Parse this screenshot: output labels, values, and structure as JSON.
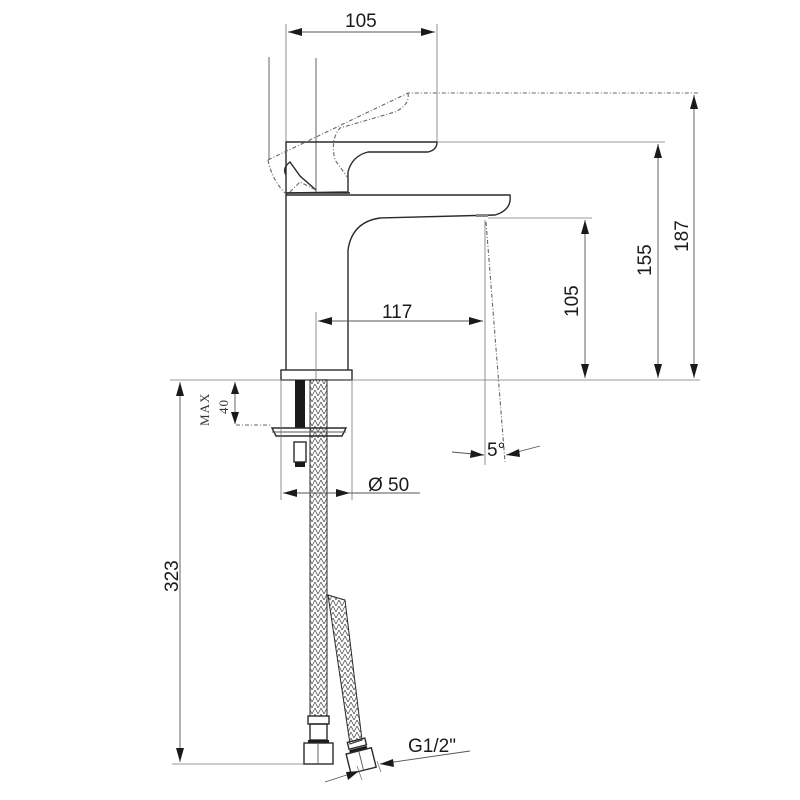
{
  "drawing": {
    "title": "Basin mixer tap technical drawing",
    "units": "mm",
    "colors": {
      "ink": "#1a1a1a",
      "line": "#2a2a2a",
      "extension": "#777777",
      "background": "#ffffff"
    },
    "dimensions": {
      "lever_width": "105",
      "total_height": "187",
      "body_height": "155",
      "spout_height": "105",
      "spout_reach": "117",
      "spout_angle": "5°",
      "max_deck_thickness_label": "MAX",
      "max_deck_thickness_value": "40",
      "base_diameter": "Ø 50",
      "hose_length": "323",
      "connector_thread": "G1/2\""
    }
  }
}
